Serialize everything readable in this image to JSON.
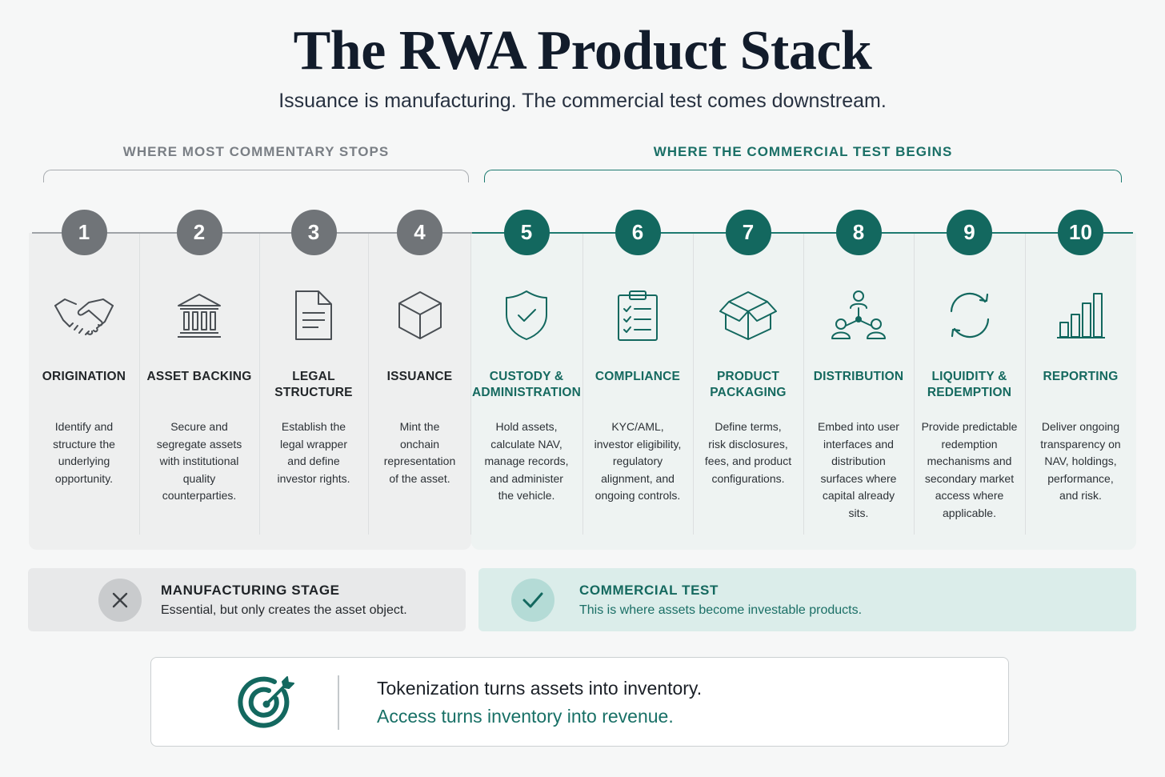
{
  "title": "The RWA Product Stack",
  "subtitle": "Issuance is manufacturing. The commercial test comes downstream.",
  "groups": {
    "left": "WHERE MOST COMMENTARY STOPS",
    "right": "WHERE THE COMMERCIAL TEST BEGINS"
  },
  "colors": {
    "teal": "#13685f",
    "grey": "#707478",
    "teal_light": "#dbedea"
  },
  "steps": [
    {
      "number": "1",
      "name_l1": "ORIGINATION",
      "name_l2": "",
      "icon": "handshake-icon",
      "desc": [
        "Identify and",
        "structure the",
        "underlying",
        "opportunity.",
        ""
      ]
    },
    {
      "number": "2",
      "name_l1": "ASSET BACKING",
      "name_l2": "",
      "icon": "bank-icon",
      "desc": [
        "Secure and",
        "segregate assets",
        "with institutional",
        "quality",
        "counterparties."
      ]
    },
    {
      "number": "3",
      "name_l1": "LEGAL",
      "name_l2": "STRUCTURE",
      "icon": "document-icon",
      "desc": [
        "Establish the",
        "legal wrapper",
        "and define",
        "investor rights.",
        ""
      ]
    },
    {
      "number": "4",
      "name_l1": "ISSUANCE",
      "name_l2": "",
      "icon": "cube-icon",
      "desc": [
        "Mint the",
        "onchain",
        "representation",
        "of the asset.",
        ""
      ]
    },
    {
      "number": "5",
      "name_l1": "CUSTODY &",
      "name_l2": "ADMINISTRATION",
      "icon": "shield-check-icon",
      "desc": [
        "Hold assets,",
        "calculate NAV,",
        "manage records,",
        "and administer",
        "the vehicle."
      ]
    },
    {
      "number": "6",
      "name_l1": "COMPLIANCE",
      "name_l2": "",
      "icon": "clipboard-checklist-icon",
      "desc": [
        "KYC/AML,",
        "investor eligibility,",
        "regulatory",
        "alignment, and",
        "ongoing controls."
      ]
    },
    {
      "number": "7",
      "name_l1": "PRODUCT",
      "name_l2": "PACKAGING",
      "icon": "open-box-icon",
      "desc": [
        "Define terms,",
        "risk disclosures,",
        "fees, and product",
        "configurations.",
        ""
      ]
    },
    {
      "number": "8",
      "name_l1": "DISTRIBUTION",
      "name_l2": "",
      "icon": "network-users-icon",
      "desc": [
        "Embed into user",
        "interfaces and",
        "distribution",
        "surfaces where",
        "capital already",
        "sits."
      ]
    },
    {
      "number": "9",
      "name_l1": "LIQUIDITY &",
      "name_l2": "REDEMPTION",
      "icon": "refresh-cycle-icon",
      "desc": [
        "Provide predictable",
        "redemption",
        "mechanisms and",
        "secondary market",
        "access where",
        "applicable."
      ]
    },
    {
      "number": "10",
      "name_l1": "REPORTING",
      "name_l2": "",
      "icon": "bar-chart-icon",
      "desc": [
        "Deliver ongoing",
        "transparency on",
        "NAV, holdings,",
        "performance,",
        "and risk."
      ]
    }
  ],
  "stages": {
    "manufacturing": {
      "title": "MANUFACTURING STAGE",
      "text": "Essential, but only creates the asset object.",
      "icon": "x-icon"
    },
    "commercial": {
      "title": "COMMERCIAL TEST",
      "text": "This is where assets become investable products.",
      "icon": "check-icon"
    }
  },
  "footer": {
    "line1": "Tokenization turns assets into inventory.",
    "line2": "Access turns inventory into revenue.",
    "icon": "target-arrow-icon"
  }
}
